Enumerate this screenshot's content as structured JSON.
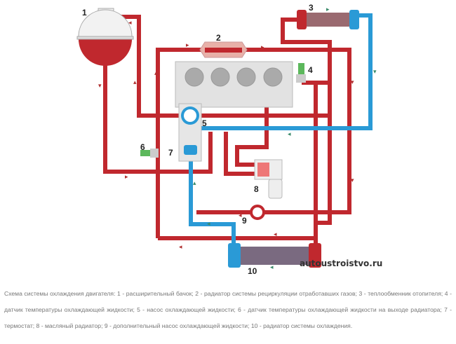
{
  "diagram": {
    "labels": [
      "1",
      "2",
      "3",
      "4",
      "5",
      "6",
      "7",
      "8",
      "9",
      "10"
    ],
    "watermark": "autoustroistvo.ru",
    "colors": {
      "hot": "#c0282e",
      "cold": "#2a9ad6",
      "sensor": "#5cb85c",
      "block": "#e4e4e4"
    }
  },
  "caption": "Схема системы охлаждения двигателя: 1 - расширительный бачок; 2 - радиатор системы рециркуляции отработавших газов; 3 - теплообменник отопителя; 4 - датчик температуры охлаждающей жидкости; 5 - насос охлаждающей жидкости; 6 - датчик температуры охлаждающей жидкости на выходе радиатора; 7 - термостат; 8 - масляный радиатор; 9 - дополнительный насос охлаждающей жидкости; 10 - радиатор системы охлаждения."
}
